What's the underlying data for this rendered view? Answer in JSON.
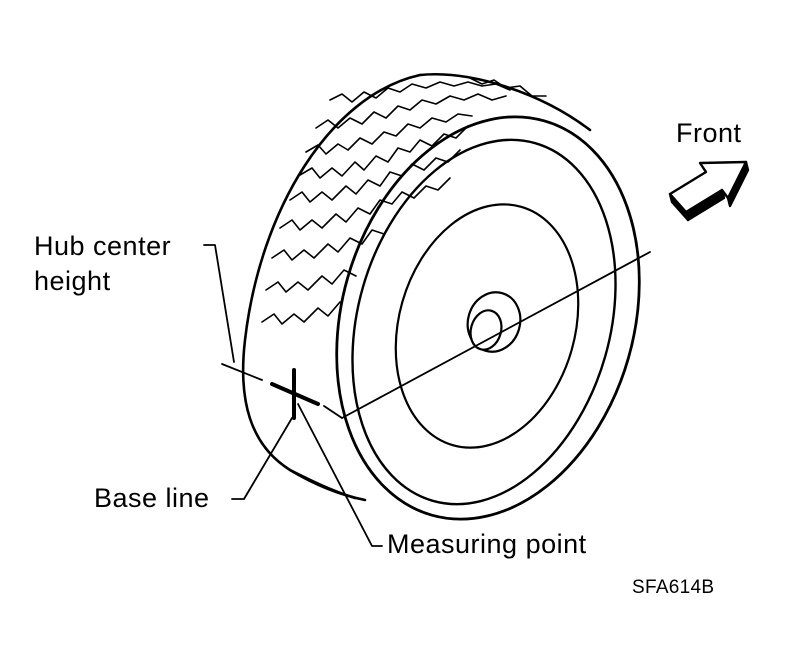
{
  "labels": {
    "front": "Front",
    "hub_center_height_line1": "Hub center",
    "hub_center_height_line2": "height",
    "base_line": "Base line",
    "measuring_point": "Measuring point"
  },
  "figure_code": "SFA614B",
  "colors": {
    "ink": "#000000",
    "paper": "#ffffff"
  }
}
